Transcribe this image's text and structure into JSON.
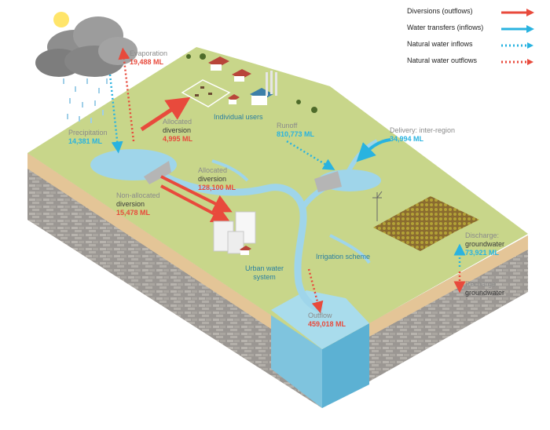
{
  "legend": {
    "diversions": "Diversions (outflows)",
    "transfers": "Water transfers (inflows)",
    "natural_inflows": "Natural water inflows",
    "natural_outflows": "Natural water outflows"
  },
  "colors": {
    "outflow": "#e84a3c",
    "inflow": "#29b3e0",
    "grass": "#c8d68a",
    "water": "#8fd0e6",
    "earth": "#d9b98a",
    "rock": "#8a8784"
  },
  "labels": {
    "evaporation": {
      "name": "Evaporation",
      "value": "19,488 ML"
    },
    "precipitation": {
      "name": "Precipitation",
      "value": "14,381 ML"
    },
    "allocated_1": {
      "line1": "Allocated",
      "line2": "diversion",
      "value": "4,995 ML"
    },
    "individual_users": "Individual users",
    "runoff": {
      "name": "Runoff",
      "value": "810,773 ML"
    },
    "delivery": {
      "name": "Delivery: inter-region",
      "value": "34,994 ML"
    },
    "allocated_2": {
      "line1": "Allocated",
      "line2": "diversion",
      "value": "128,100 ML"
    },
    "non_allocated": {
      "line1": "Non-allocated",
      "line2": "diversion",
      "value": "15,478 ML"
    },
    "irrigation": "Irrigation scheme",
    "discharge": {
      "line1": "Discharge:",
      "line2": "groundwater",
      "value": "73,921 ML"
    },
    "recharge": {
      "line1": "Recharge:",
      "line2": "groundwater"
    },
    "urban": {
      "line1": "Urban water",
      "line2": "system"
    },
    "outflow": {
      "name": "Outflow",
      "value": "459,018 ML"
    }
  }
}
